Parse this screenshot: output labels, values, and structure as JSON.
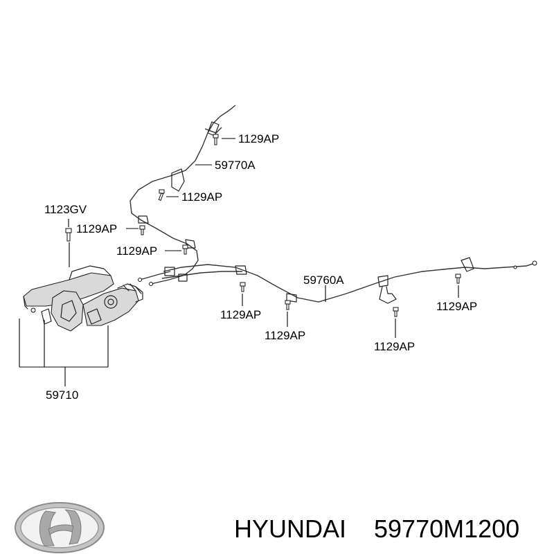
{
  "callouts": {
    "c_1129ap_top": "1129AP",
    "c_59770a": "59770A",
    "c_1129ap_mid": "1129AP",
    "c_1123gv": "1123GV",
    "c_1129ap_lever": "1129AP",
    "c_1129ap_center": "1129AP",
    "c_59760a": "59760A",
    "c_1129ap_b1": "1129AP",
    "c_1129ap_b2": "1129AP",
    "c_1129ap_b3": "1129AP",
    "c_1129ap_right": "1129AP",
    "c_59710": "59710"
  },
  "footer": {
    "brand": "HYUNDAI",
    "part_number": "59770M1200",
    "logo": "hyundai-logo"
  }
}
